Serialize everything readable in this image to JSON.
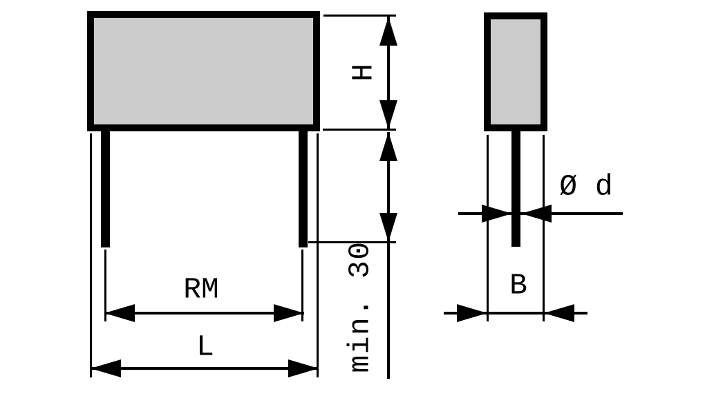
{
  "front_view": {
    "dim_height_label": "H",
    "dim_lead_length_label": "min. 30",
    "dim_pitch_label": "RM",
    "dim_length_label": "L"
  },
  "side_view": {
    "dim_lead_diameter_label": "Ø d",
    "dim_width_label": "B"
  },
  "colors": {
    "line": "#000000",
    "body_fill": "#cbcbcb",
    "background": "#ffffff"
  }
}
